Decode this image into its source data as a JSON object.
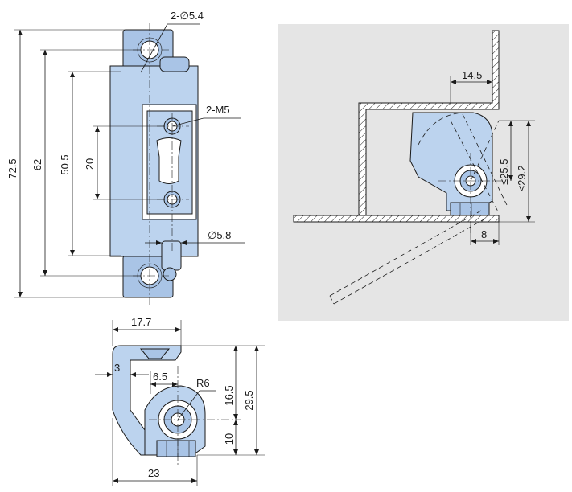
{
  "colors": {
    "part_fill": "#bcd3ee",
    "part_shade": "#a9c4e6",
    "panel_bg": "#e5e5e5",
    "line": "#1a1a1a"
  },
  "front_view": {
    "hole_callout": "2-∅5.4",
    "thread_callout": "2-M5",
    "pin_dia": "∅5.8",
    "dim_overall": "72.5",
    "dim_hole_spacing": "62",
    "dim_body": "50.5",
    "dim_thread_spacing": "20"
  },
  "side_view": {
    "dim_width_top": "17.7",
    "dim_offset": "3",
    "dim_pivot_offset": "6.5",
    "radius": "R6",
    "dim_height_upper": "16.5",
    "dim_height_overall": "29.5",
    "dim_height_lower": "10",
    "dim_width_bottom": "23"
  },
  "install_view": {
    "dim_14_5": "14.5",
    "dim_25_5": "≤25.5",
    "dim_29_2": "≤29.2",
    "dim_8": "8"
  }
}
